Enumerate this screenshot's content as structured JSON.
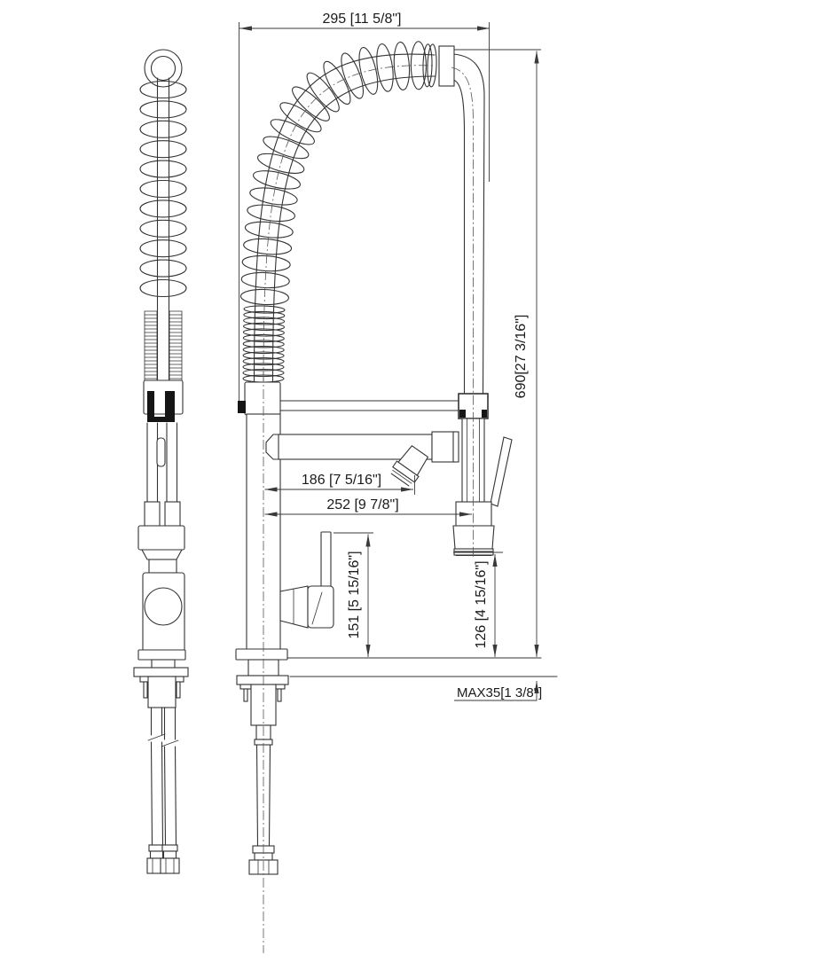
{
  "drawing": {
    "units": "mm [inches]",
    "colors": {
      "background": "#ffffff",
      "line": "#333333",
      "dimension": "#3a3a3a"
    },
    "dimensions": {
      "top_width": "295 [11 5/8\"]",
      "overall_height": "690[27 3/16\"]",
      "spout_reach": "186 [7 5/16\"]",
      "spray_head_reach": "252 [9 7/8\"]",
      "handle_height": "151 [5 15/16\"]",
      "spray_outlet_height": "126 [4 15/16\"]",
      "max_deck_thickness": "MAX35[1 3/8\"]"
    }
  }
}
